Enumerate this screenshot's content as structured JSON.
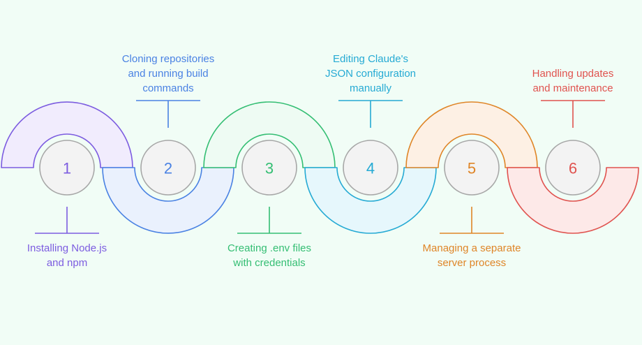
{
  "colors": {
    "background": "#f1fdf6",
    "circle_fill": "#f3f3f3",
    "circle_stroke": "#a6a6a6",
    "step1": "#7c5ce0",
    "step2": "#4a82e3",
    "step3": "#34be73",
    "step4": "#25aad4",
    "step5": "#df8527",
    "step6": "#e0534f"
  },
  "steps": [
    {
      "number": "1",
      "label": "Installing Node.js\nand npm",
      "color": "#7c5ce0",
      "fill": "#f1ecfd",
      "position": "bottom"
    },
    {
      "number": "2",
      "label": "Cloning repositories\nand running build\ncommands",
      "color": "#4a82e3",
      "fill": "#eaf1fd",
      "position": "top"
    },
    {
      "number": "3",
      "label": "Creating .env files\nwith credentials",
      "color": "#34be73",
      "fill": "#eefbf3",
      "position": "bottom"
    },
    {
      "number": "4",
      "label": "Editing Claude's\nJSON configuration\nmanually",
      "color": "#25aad4",
      "fill": "#e6f7fc",
      "position": "top"
    },
    {
      "number": "5",
      "label": "Managing a separate\nserver process",
      "color": "#df8527",
      "fill": "#fdf0e4",
      "position": "bottom"
    },
    {
      "number": "6",
      "label": "Handling updates\nand maintenance",
      "color": "#e0534f",
      "fill": "#fde9e8",
      "position": "top"
    }
  ]
}
